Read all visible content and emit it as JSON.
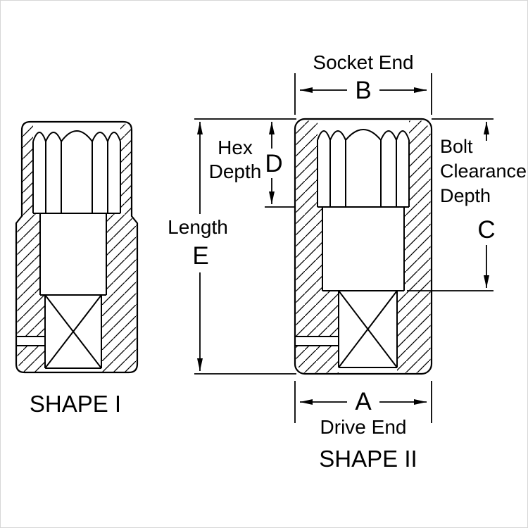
{
  "diagram": {
    "background": "#ffffff",
    "line_color": "#000000",
    "shape1": {
      "title": "SHAPE I"
    },
    "shape2": {
      "title": "SHAPE II",
      "socket_end_label": "Socket End",
      "drive_end_label": "Drive End",
      "length_label": "Length",
      "hex_depth_label": [
        "Hex",
        "Depth"
      ],
      "bolt_clearance_label": [
        "Bolt",
        "Clearance",
        "Depth"
      ],
      "dims": {
        "a": "A",
        "b": "B",
        "c": "C",
        "d": "D",
        "e": "E"
      }
    }
  }
}
